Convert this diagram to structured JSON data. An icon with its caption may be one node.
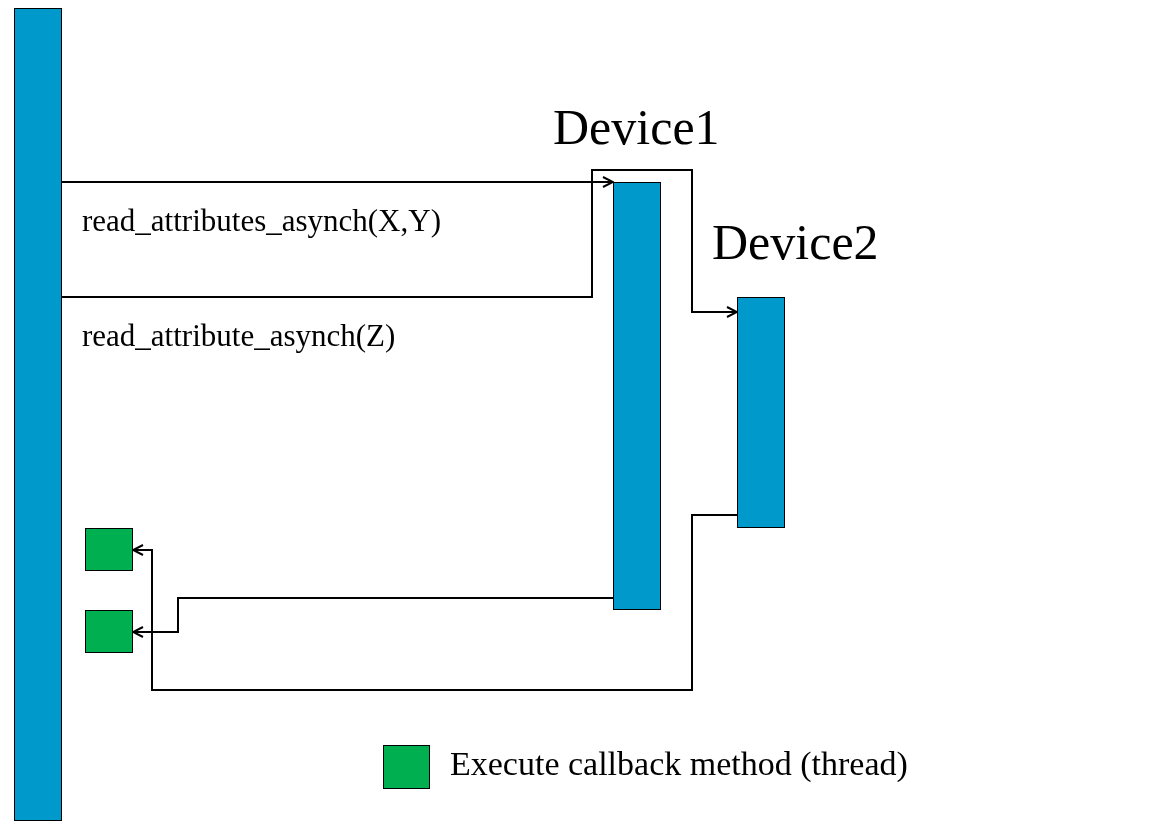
{
  "diagram": {
    "nodes": [
      {
        "text": [],
        "shape": "bar"
      },
      {
        "text": [
          "Device1"
        ]
      },
      {
        "text": [
          "Device2"
        ]
      },
      {
        "text": [],
        "shape": "box"
      },
      {
        "text": [],
        "shape": "box"
      }
    ],
    "edges": [
      {
        "from": 0,
        "to": 1,
        "arrow": "to",
        "label": "read_attributes_asynch(X,Y)"
      },
      {
        "from": 0,
        "to": 2,
        "arrow": "to",
        "label": "read_attribute_asynch(Z)"
      },
      {
        "from": 2,
        "to": 3,
        "arrow": "to"
      },
      {
        "from": 1,
        "to": 4,
        "arrow": "to"
      }
    ],
    "legend": [
      {
        "text": "Execute callback method (thread)",
        "color": "#00b050"
      }
    ]
  }
}
